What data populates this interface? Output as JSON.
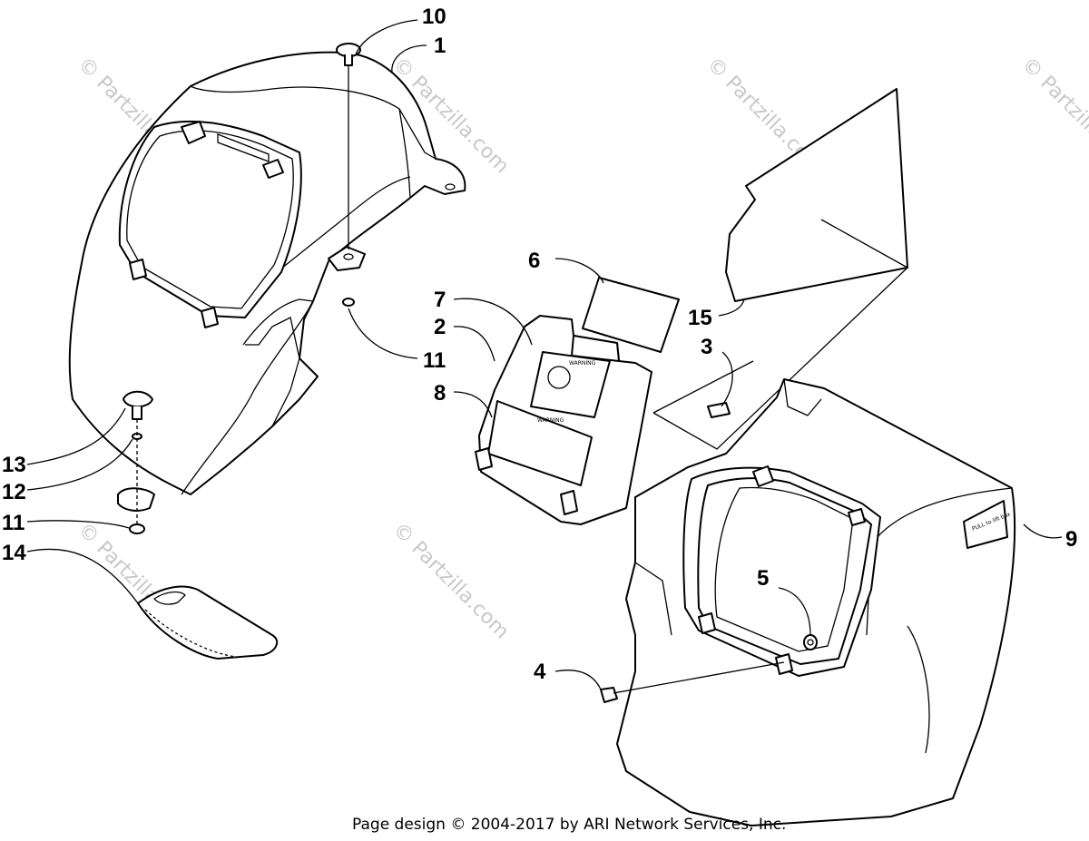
{
  "diagram": {
    "callouts": [
      {
        "id": "c10",
        "label": "10"
      },
      {
        "id": "c1",
        "label": "1"
      },
      {
        "id": "c6",
        "label": "6"
      },
      {
        "id": "c7",
        "label": "7"
      },
      {
        "id": "c2",
        "label": "2"
      },
      {
        "id": "c8",
        "label": "8"
      },
      {
        "id": "c11a",
        "label": "11"
      },
      {
        "id": "c15",
        "label": "15"
      },
      {
        "id": "c3",
        "label": "3"
      },
      {
        "id": "c13",
        "label": "13"
      },
      {
        "id": "c12",
        "label": "12"
      },
      {
        "id": "c11b",
        "label": "11"
      },
      {
        "id": "c14",
        "label": "14"
      },
      {
        "id": "c9",
        "label": "9"
      },
      {
        "id": "c5",
        "label": "5"
      },
      {
        "id": "c4",
        "label": "4"
      }
    ],
    "decals": {
      "warning_small": "WARNING",
      "warning_large": "WARNING",
      "pull_label": "PULL to\nlift box"
    },
    "watermark": "© Partzilla.com"
  },
  "footer": {
    "text": "Page design © 2004-2017 by ARI Network Services, Inc."
  }
}
